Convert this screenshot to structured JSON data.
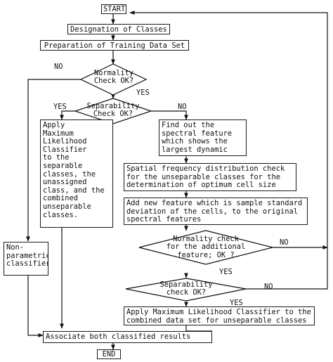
{
  "start": "START",
  "end": "END",
  "designation": "Designation of Classes",
  "preparation": "Preparation of Training Data Set",
  "normality_check": "Normality\nCheck OK?",
  "separability_check": "Separability\nCheck OK?",
  "apply_ml": "Apply\nMaximum\nLikelihood\nClassifier\nto the\nseparable\nclasses, the\nunassigned\nclass, and the\ncombined\nunseparable\nclasses.",
  "nonparametric": "Non-\nparametric\nclassifier",
  "find_feature": "Find out the\nspectral feature\nwhich  shows the\nlargest dynamic range",
  "spatial_freq": "Spatial frequency distribution check\nfor the unseparable classes for the\ndetermination of optimum cell size",
  "add_feature": "Add new feature which is sample standard\ndeviation of the cells, to the original\nspectral features",
  "normality_additional": "Normality check\nfor the additional\nfeature; OK ?",
  "separability_check2": "Separability\ncheck OK?",
  "apply_ml_combined": "Apply Maximum Likelihood Classifier to the\ncombined data set for unseparable classes",
  "associate": "Associate both classified results",
  "labels": {
    "no1": "NO",
    "yes1": "YES",
    "yes2": "YES",
    "no2": "NO",
    "no3": "NO",
    "yes3": "YES",
    "yes4": "YES",
    "no4": "NO"
  }
}
